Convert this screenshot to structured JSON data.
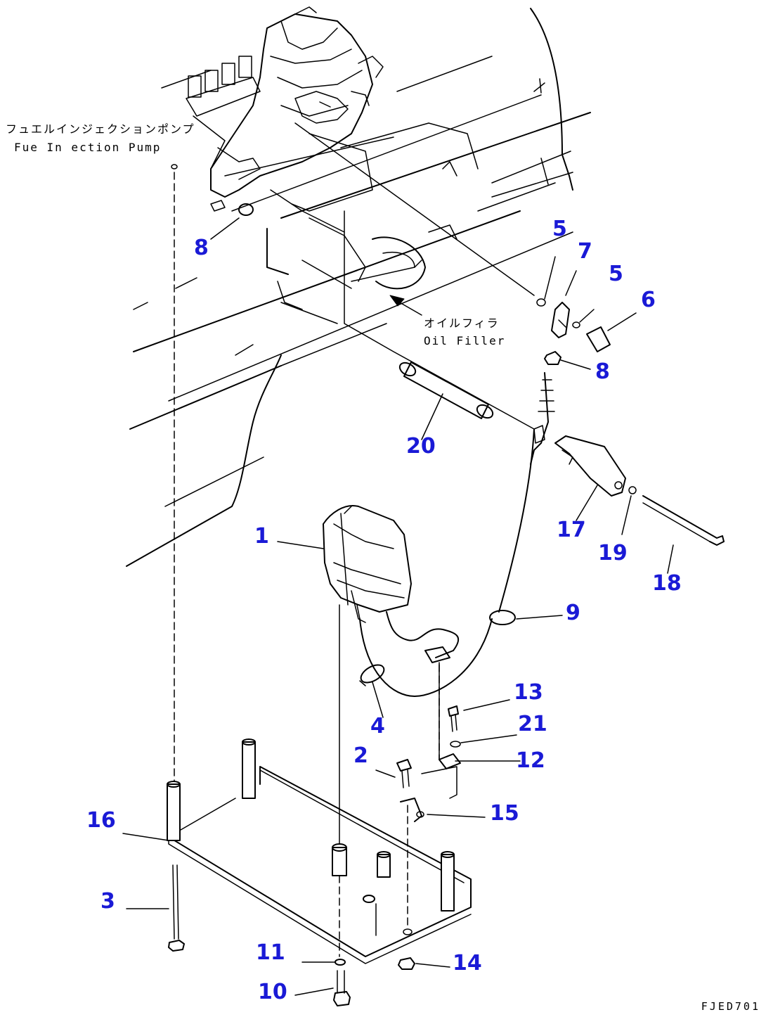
{
  "labels": {
    "fuel_pump_jp": "フュエルインジェクションポンプ",
    "fuel_pump_en": "Fue  In ection Pump",
    "oil_filler_jp": "オイルフィラ",
    "oil_filler_en": "Oil Filler",
    "drawing_code": "FJED701"
  },
  "callouts": [
    "1",
    "2",
    "3",
    "4",
    "5",
    "5",
    "6",
    "7",
    "8",
    "8",
    "9",
    "10",
    "11",
    "12",
    "13",
    "14",
    "15",
    "16",
    "17",
    "18",
    "19",
    "20",
    "21"
  ],
  "colors": {
    "callout": "#1a1ad6",
    "line": "#000000",
    "background": "#ffffff"
  }
}
